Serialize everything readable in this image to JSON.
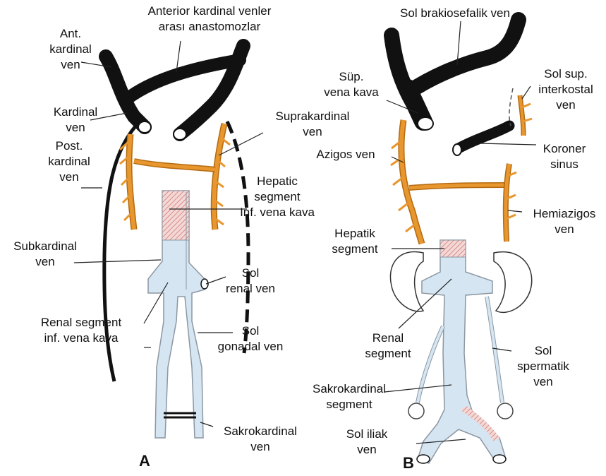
{
  "colors": {
    "black_vein": "#111111",
    "supracardinal": "#e8962e",
    "supracardinal_edge": "#b46a10",
    "ivc_fill": "#d5e6f2",
    "ivc_edge": "#8c97a2",
    "hepatic_hatch": "#d98a8a",
    "leader": "#222222"
  },
  "panel_a": {
    "letter": "A",
    "labels": {
      "anastomoses": [
        "Anterior kardinal venler",
        "arası anastomozlar"
      ],
      "ant_cardinal": [
        "Ant.",
        "kardinal",
        "ven"
      ],
      "cardinal": [
        "Kardinal",
        "ven"
      ],
      "post_cardinal": [
        "Post.",
        "kardinal",
        "ven"
      ],
      "supracardinal": [
        "Suprakardinal",
        "ven"
      ],
      "hepatic_segment": [
        "Hepatic",
        "segment",
        "Inf. vena kava"
      ],
      "subcardinal": [
        "Subkardinal",
        "ven"
      ],
      "left_renal": [
        "Sol",
        "renal ven"
      ],
      "renal_segment": [
        "Renal segment",
        "inf. vena kava"
      ],
      "left_gonadal": [
        "Sol",
        "gonadal ven"
      ],
      "sacrocardinal": [
        "Sakrokardinal",
        "ven"
      ]
    }
  },
  "panel_b": {
    "letter": "B",
    "labels": {
      "left_brachiocephalic": [
        "Sol brakiosefalik ven"
      ],
      "svc": [
        "Süp.",
        "vena kava"
      ],
      "left_sup_intercostal": [
        "Sol sup.",
        "interkostal",
        "ven"
      ],
      "azygos": [
        "Azigos ven"
      ],
      "coronary_sinus": [
        "Koroner",
        "sinus"
      ],
      "hemiazygos": [
        "Hemiazigos",
        "ven"
      ],
      "hepatic_segment": [
        "Hepatik",
        "segment"
      ],
      "renal_segment": [
        "Renal",
        "segment"
      ],
      "left_spermatic": [
        "Sol",
        "spermatik",
        "ven"
      ],
      "sacrocardinal_segment": [
        "Sakrokardinal",
        "segment"
      ],
      "left_iliac": [
        "Sol iliak",
        "ven"
      ]
    }
  }
}
